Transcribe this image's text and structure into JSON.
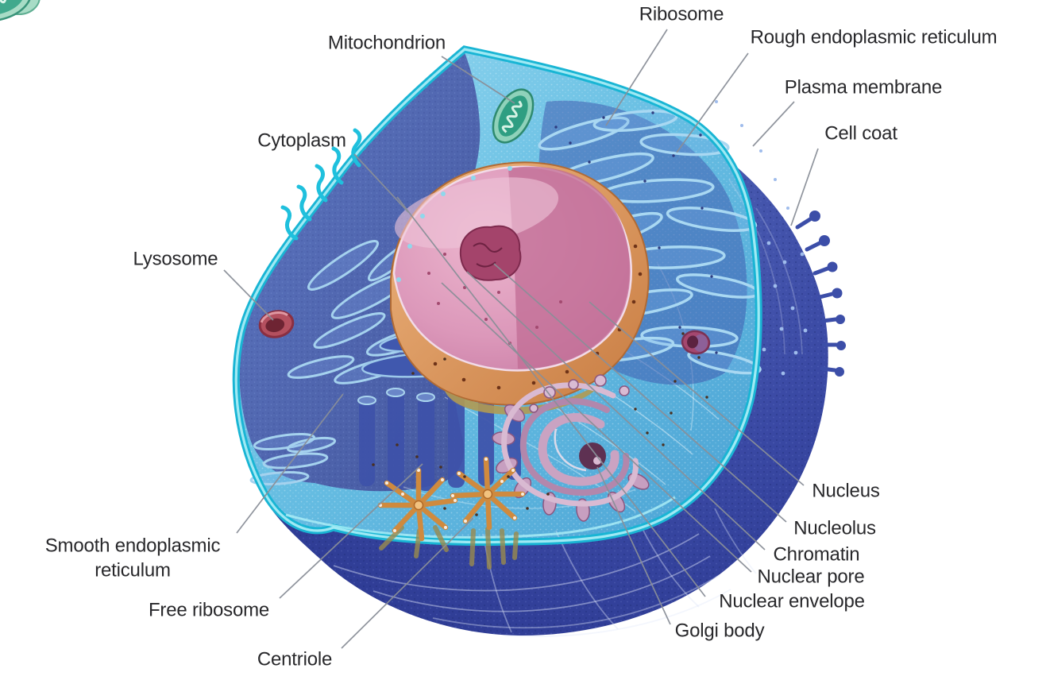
{
  "diagram": {
    "kind": "animal-cell-cutaway",
    "background": "#ffffff"
  },
  "palette": {
    "label_text": "#28282b",
    "leader_line": "#8a8f98",
    "cell_outer_dark": "#35439c",
    "cut_face_bright": "#6cc0e4",
    "cut_face_front": "#5068b4",
    "membrane_edge_teal": "#19b5d4",
    "nucleus_pink": "#dd9bbd",
    "nuclear_envelope_orange": "#dc9a66",
    "nucleolus_magenta": "#a4446b",
    "mitochondrion_green": "#2f9e82",
    "lysosome_red": "#a43a52",
    "golgi_mauve": "#c9a2c0",
    "centriole_orange": "#cf8a3e",
    "er_membrane_blue": "#a9d8f2"
  },
  "labels": {
    "ribosome": "Ribosome",
    "rough_er": "Rough endoplasmic reticulum",
    "plasma_membrane": "Plasma membrane",
    "cell_coat": "Cell coat",
    "mitochondrion": "Mitochondrion",
    "cytoplasm": "Cytoplasm",
    "lysosome": "Lysosome",
    "nucleus": "Nucleus",
    "nucleolus": "Nucleolus",
    "chromatin": "Chromatin",
    "nuclear_pore": "Nuclear pore",
    "nuclear_envelope": "Nuclear envelope",
    "golgi_body": "Golgi body",
    "smooth_er": "Smooth endoplasmic reticulum",
    "free_ribosome": "Free ribosome",
    "centriole": "Centriole"
  }
}
